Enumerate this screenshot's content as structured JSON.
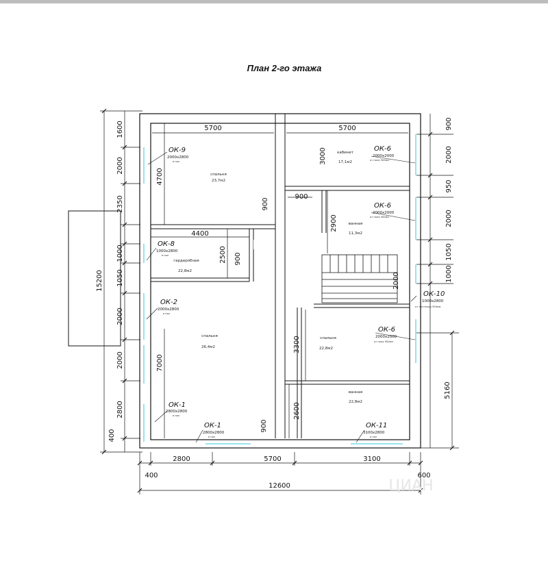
{
  "title": "План 2-го этажа",
  "watermark": "ЦИАН",
  "dimensions": {
    "top_left": "5700",
    "top_right": "5700",
    "left_1600": "1600",
    "left_2000a": "2000",
    "left_2350": "2350",
    "left_1000a": "1000",
    "left_1050": "1050",
    "left_2000b": "2000",
    "left_2000c": "2000",
    "left_2800": "2800",
    "left_400": "400",
    "left_total": "15200",
    "right_900": "900",
    "right_2000a": "2000",
    "right_950": "950",
    "right_2000b": "2000",
    "right_1050": "1050",
    "right_1000": "1000",
    "right_5160": "5160",
    "bottom_2800": "2800",
    "bottom_5700": "5700",
    "bottom_3100": "3100",
    "bottom_400": "400",
    "bottom_600": "600",
    "bottom_total": "12600",
    "inner_4700": "4700",
    "inner_3000": "3000",
    "inner_900a": "900",
    "inner_900b": "900",
    "inner_4400": "4400",
    "inner_2500": "2500",
    "inner_900c": "900",
    "inner_2900": "2900",
    "inner_2000": "2000",
    "inner_7000": "7000",
    "inner_3300": "3300",
    "inner_2600": "2600",
    "inner_900d": "900"
  },
  "windows": {
    "ok9": {
      "name": "ОК-9",
      "size": "2000х2800",
      "note": "в пол"
    },
    "ok6a": {
      "name": "ОК-6",
      "size": "2000х2000",
      "note": "от пола 900мм"
    },
    "ok6b": {
      "name": "ОК-6",
      "size": "2000х2000",
      "note": "от пола 900мм"
    },
    "ok8": {
      "name": "ОК-8",
      "size": "1000х2800",
      "note": "в пол"
    },
    "ok2": {
      "name": "ОК-2",
      "size": "2000х2800",
      "note": "в пол"
    },
    "ok10": {
      "name": "ОК-10",
      "size": "1000х2800",
      "note": "от лестницы 900мм"
    },
    "ok6c": {
      "name": "ОК-6",
      "size": "2000х2000",
      "note": "от пола 900мм"
    },
    "ok1a": {
      "name": "ОК-1",
      "size": "2800х2800",
      "note": "в пол"
    },
    "ok1b": {
      "name": "ОК-1",
      "size": "2800х2800",
      "note": "в пол"
    },
    "ok11": {
      "name": "ОК-11",
      "size": "3100х2800",
      "note": "в пол"
    }
  },
  "rooms": {
    "bedroom1": {
      "name": "спальня",
      "area": "23,7м2"
    },
    "office": {
      "name": "кабинет",
      "area": "17,1м2"
    },
    "bath1": {
      "name": "ванная",
      "area": "11,3м2"
    },
    "wardrobe": {
      "name": "гардеробная",
      "area": "22,8м2"
    },
    "bedroom2": {
      "name": "спальня",
      "area": "26,4м2"
    },
    "bedroom3": {
      "name": "спальня",
      "area": "22,8м2"
    },
    "bath2": {
      "name": "ванная",
      "area": "22,8м2"
    }
  },
  "colors": {
    "wall": "#111111",
    "window": "#5fd4e0",
    "dim": "#111111"
  }
}
